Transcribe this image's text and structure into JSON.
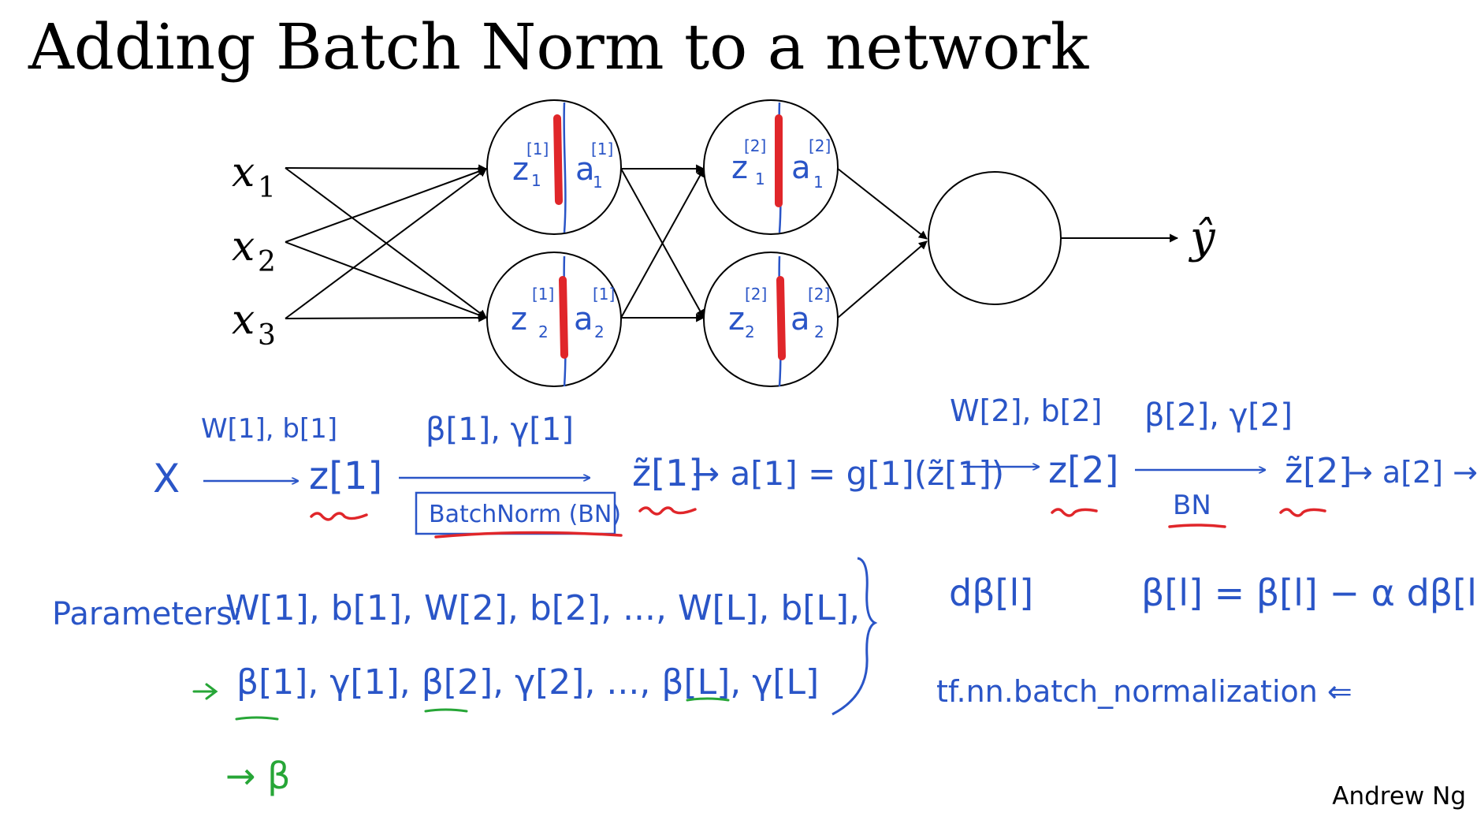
{
  "slide": {
    "title": "Adding Batch Norm to a network",
    "author": "Andrew Ng"
  },
  "network": {
    "inputs": [
      "x",
      "x",
      "x"
    ],
    "input_subscripts": [
      "1",
      "2",
      "3"
    ],
    "output": "ŷ",
    "neurons": [
      {
        "z": "z",
        "z_sup": "[1]",
        "z_sub": "1",
        "a": "a",
        "a_sup": "[1]",
        "a_sub": "1"
      },
      {
        "z": "z",
        "z_sup": "[1]",
        "z_sub": "2",
        "a": "a",
        "a_sup": "[1]",
        "a_sub": "2"
      },
      {
        "z": "z",
        "z_sup": "[2]",
        "z_sub": "1",
        "a": "a",
        "a_sup": "[2]",
        "a_sub": "1"
      },
      {
        "z": "z",
        "z_sup": "[2]",
        "z_sub": "2",
        "a": "a",
        "a_sup": "[2]",
        "a_sub": "2"
      }
    ]
  },
  "colors": {
    "ink_blue": "#2a55c7",
    "ink_red": "#e0262a",
    "ink_green": "#27a637",
    "ink_black": "#000000"
  },
  "handwriting": {
    "forward_pass": {
      "x": "X",
      "w1b1": "W[1], b[1]",
      "z1": "z[1]",
      "beta1gamma1": "β[1], γ[1]",
      "batchnorm": "BatchNorm (BN)",
      "z1_tilde": "z̃[1]",
      "a1": "→ a[1] = g[1](z̃[1])",
      "w2b2": "W[2], b[2]",
      "z2": "z[2]",
      "beta2gamma2": "β[2], γ[2]",
      "bn": "BN",
      "z2_tilde": "z̃[2]",
      "a2": "→ a[2] →"
    },
    "parameters": {
      "label": "Parameters:",
      "row1": "W[1], b[1], W[2], b[2], ..., W[L], b[L],",
      "row2": "β[1], γ[1], β[2], γ[2], ..., β[L], γ[L]",
      "beta_note": "→ β"
    },
    "update": {
      "dbeta": "dβ[l]",
      "rule": "β[l] = β[l] − α dβ[l]"
    },
    "tf": "tf.nn.batch_normalization ⇐"
  }
}
